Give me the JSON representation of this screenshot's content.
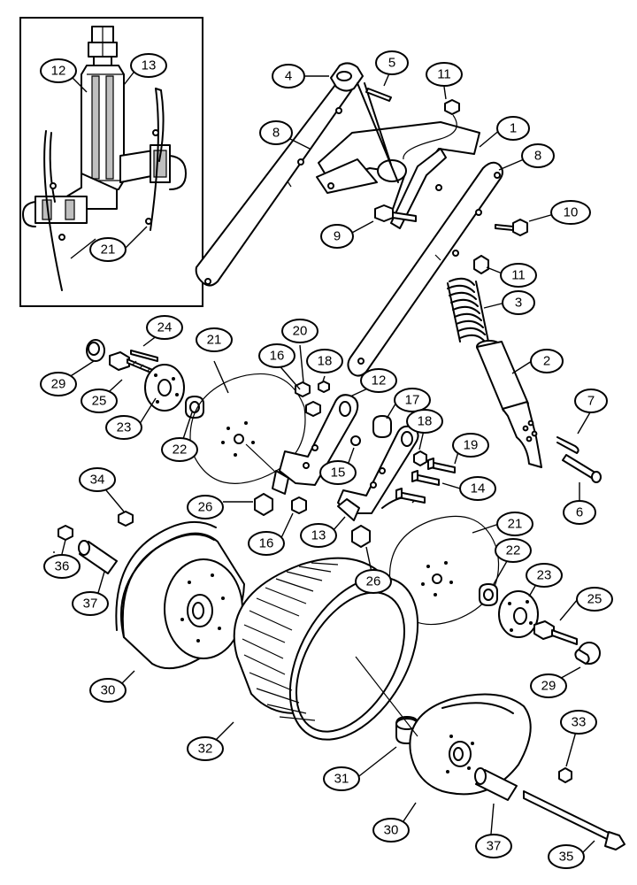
{
  "diagram": {
    "callouts": [
      {
        "id": "c1",
        "text": "1"
      },
      {
        "id": "c2",
        "text": "2"
      },
      {
        "id": "c3",
        "text": "3"
      },
      {
        "id": "c4",
        "text": "4"
      },
      {
        "id": "c5",
        "text": "5"
      },
      {
        "id": "c6",
        "text": "6"
      },
      {
        "id": "c7",
        "text": "7"
      },
      {
        "id": "c8a",
        "text": "8"
      },
      {
        "id": "c8b",
        "text": "8"
      },
      {
        "id": "c9",
        "text": "9"
      },
      {
        "id": "c10",
        "text": "10"
      },
      {
        "id": "c11a",
        "text": "11"
      },
      {
        "id": "c11b",
        "text": "11"
      },
      {
        "id": "c12a",
        "text": "12"
      },
      {
        "id": "c12b",
        "text": "12"
      },
      {
        "id": "c13a",
        "text": "13"
      },
      {
        "id": "c13b",
        "text": "13"
      },
      {
        "id": "c14",
        "text": "14"
      },
      {
        "id": "c15",
        "text": "15"
      },
      {
        "id": "c16a",
        "text": "16"
      },
      {
        "id": "c16b",
        "text": "16"
      },
      {
        "id": "c17",
        "text": "17"
      },
      {
        "id": "c18a",
        "text": "18"
      },
      {
        "id": "c18b",
        "text": "18"
      },
      {
        "id": "c19",
        "text": "19"
      },
      {
        "id": "c20",
        "text": "20"
      },
      {
        "id": "c21a",
        "text": "21"
      },
      {
        "id": "c21b",
        "text": "21"
      },
      {
        "id": "c21c",
        "text": "21"
      },
      {
        "id": "c22a",
        "text": "22"
      },
      {
        "id": "c22b",
        "text": "22"
      },
      {
        "id": "c23a",
        "text": "23"
      },
      {
        "id": "c23b",
        "text": "23"
      },
      {
        "id": "c24",
        "text": "24"
      },
      {
        "id": "c25a",
        "text": "25"
      },
      {
        "id": "c25b",
        "text": "25"
      },
      {
        "id": "c26a",
        "text": "26"
      },
      {
        "id": "c26b",
        "text": "26"
      },
      {
        "id": "c29a",
        "text": "29"
      },
      {
        "id": "c29b",
        "text": "29"
      },
      {
        "id": "c30a",
        "text": "30"
      },
      {
        "id": "c30b",
        "text": "30"
      },
      {
        "id": "c31",
        "text": "31"
      },
      {
        "id": "c32",
        "text": "32"
      },
      {
        "id": "c33",
        "text": "33"
      },
      {
        "id": "c34",
        "text": "34"
      },
      {
        "id": "c35",
        "text": "35"
      },
      {
        "id": "c36",
        "text": "36"
      },
      {
        "id": "c37a",
        "text": "37"
      },
      {
        "id": "c37b",
        "text": "37"
      }
    ]
  }
}
